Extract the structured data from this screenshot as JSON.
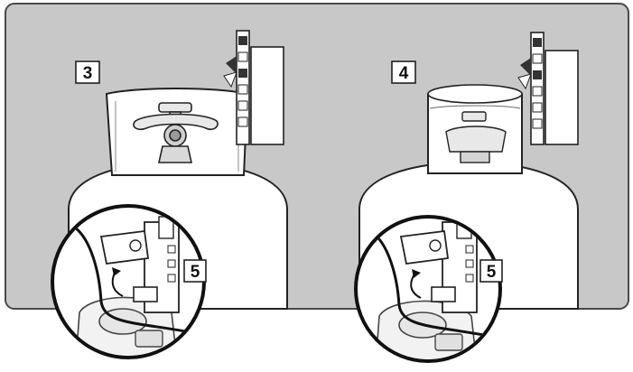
{
  "steps": {
    "step_3": "3",
    "step_4": "4",
    "step_5_left": "5",
    "step_5_right": "5"
  },
  "colors": {
    "panel_fill": "#c8c8c8",
    "panel_stroke": "#4a4a4a",
    "tank_fill": "#ffffff",
    "line": "#222222",
    "hose": "#111111"
  }
}
